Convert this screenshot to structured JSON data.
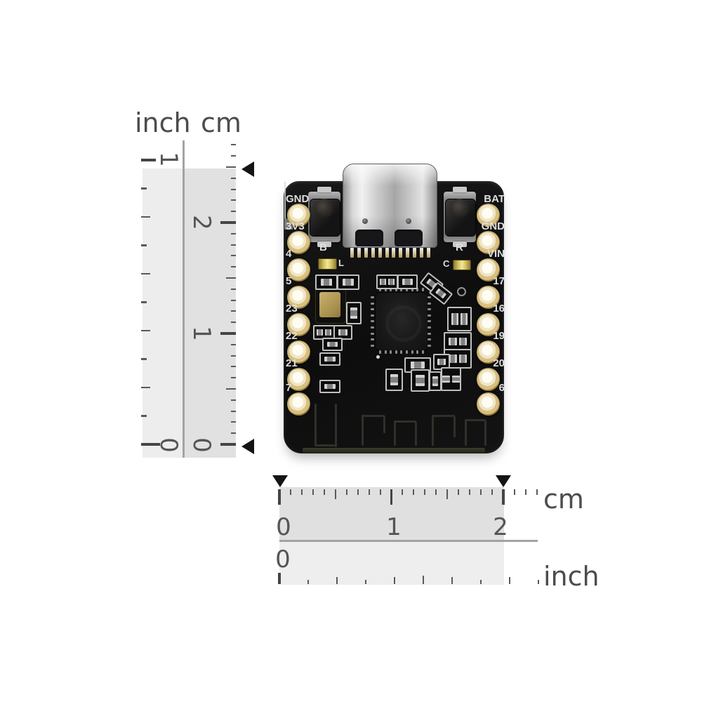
{
  "vertical_ruler": {
    "unit_labels": {
      "inch": "inch",
      "cm": "cm"
    },
    "inch_numbers": [
      "1",
      "0"
    ],
    "cm_numbers": [
      "2",
      "1",
      "0"
    ]
  },
  "horizontal_ruler": {
    "unit_labels": {
      "cm": "cm",
      "inch": "inch"
    },
    "cm_numbers": [
      "0",
      "1",
      "2"
    ],
    "inch_numbers": [
      "0"
    ]
  },
  "board": {
    "left_pin_labels": [
      "GND",
      "3V3",
      "4",
      "5",
      "23",
      "22",
      "21",
      "7"
    ],
    "right_pin_labels": [
      "BAT",
      "GND",
      "VIN",
      "17",
      "16",
      "19",
      "20",
      "6"
    ],
    "left_button_label": "B",
    "right_button_label": "R",
    "left_led_label": "L",
    "right_led_label": "C"
  },
  "colors": {
    "background": "#ffffff",
    "pcb": "#101010",
    "silkscreen": "#dedede",
    "pad_gold": "#cdb272",
    "ruler_fill_inch": "#ededed",
    "ruler_fill_cm": "#e1e1e1",
    "ruler_ink": "#555555",
    "marker_black": "#141414"
  }
}
